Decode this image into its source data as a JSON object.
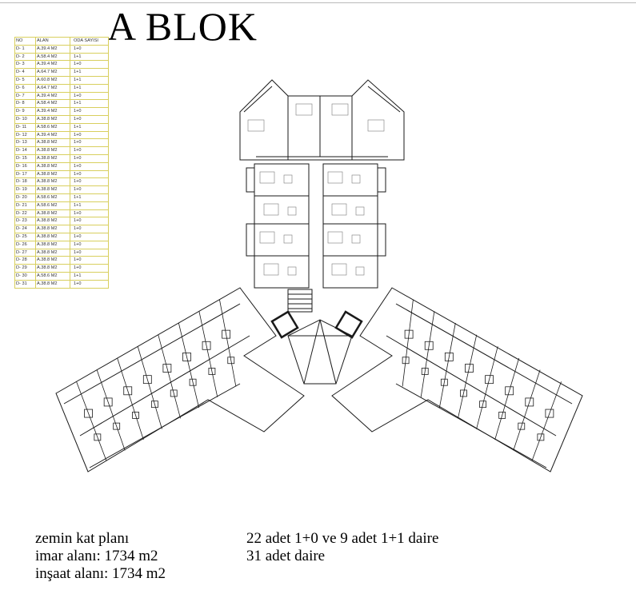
{
  "title": "A BLOK",
  "unit_table": {
    "headers": [
      "NO",
      "ALAN",
      "ODA SAYISI"
    ],
    "rows": [
      [
        "D- 1",
        "A.39.4 M2",
        "1+0"
      ],
      [
        "D- 2",
        "A.58.4 M2",
        "1+1"
      ],
      [
        "D- 3",
        "A.39.4 M2",
        "1+0"
      ],
      [
        "D- 4",
        "A.64.7 M2",
        "1+1"
      ],
      [
        "D- 5",
        "A.60.8 M2",
        "1+1"
      ],
      [
        "D- 6",
        "A.64.7 M2",
        "1+1"
      ],
      [
        "D- 7",
        "A.39.4 M2",
        "1+0"
      ],
      [
        "D- 8",
        "A.58.4 M2",
        "1+1"
      ],
      [
        "D- 9",
        "A.39.4 M2",
        "1+0"
      ],
      [
        "D- 10",
        "A.38.8 M2",
        "1+0"
      ],
      [
        "D- 11",
        "A.58.6 M2",
        "1+1"
      ],
      [
        "D- 12",
        "A.39.4 M2",
        "1+0"
      ],
      [
        "D- 13",
        "A.38.8 M2",
        "1+0"
      ],
      [
        "D- 14",
        "A.38.8 M2",
        "1+0"
      ],
      [
        "D- 15",
        "A.38.8 M2",
        "1+0"
      ],
      [
        "D- 16",
        "A.38.8 M2",
        "1+0"
      ],
      [
        "D- 17",
        "A.38.8 M2",
        "1+0"
      ],
      [
        "D- 18",
        "A.38.8 M2",
        "1+0"
      ],
      [
        "D- 19",
        "A.38.8 M2",
        "1+0"
      ],
      [
        "D- 20",
        "A.58.6 M2",
        "1+1"
      ],
      [
        "D- 21",
        "A.58.6 M2",
        "1+1"
      ],
      [
        "D- 22",
        "A.38.8 M2",
        "1+0"
      ],
      [
        "D- 23",
        "A.38.8 M2",
        "1+0"
      ],
      [
        "D- 24",
        "A.38.8 M2",
        "1+0"
      ],
      [
        "D- 25",
        "A.38.8 M2",
        "1+0"
      ],
      [
        "D- 26",
        "A.38.8 M2",
        "1+0"
      ],
      [
        "D- 27",
        "A.38.8 M2",
        "1+0"
      ],
      [
        "D- 28",
        "A.38.8 M2",
        "1+0"
      ],
      [
        "D- 29",
        "A.38.8 M2",
        "1+0"
      ],
      [
        "D- 30",
        "A.58.6 M2",
        "1+1"
      ],
      [
        "D- 31",
        "A.38.8 M2",
        "1+0"
      ]
    ]
  },
  "captions": {
    "plan_name": "zemin kat planı",
    "zoning_area": "imar alanı: 1734 m2",
    "construction_area": "inşaat alanı: 1734 m2",
    "unit_mix": "22 adet 1+0 ve 9 adet 1+1 daire",
    "unit_total": "31 adet daire"
  },
  "colors": {
    "table_border": "#d8cf5e",
    "line": "#1a1a1a",
    "light_line": "#9a9a9a"
  }
}
